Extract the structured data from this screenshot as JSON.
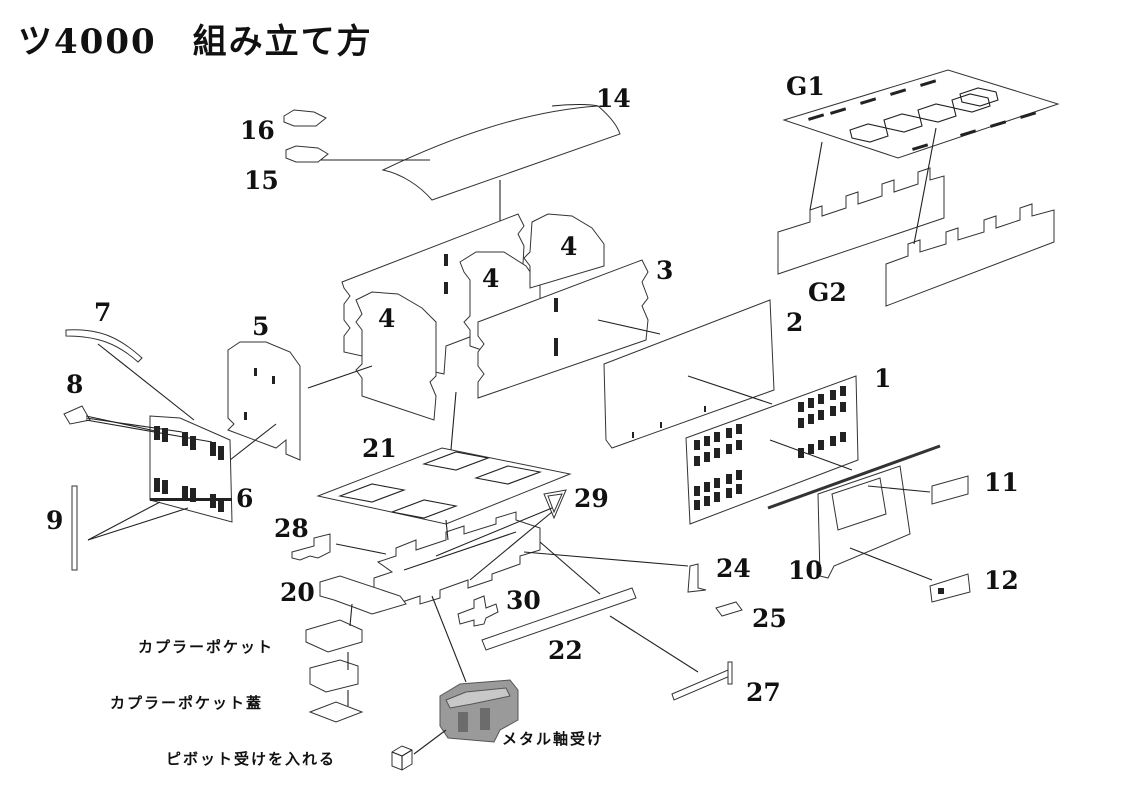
{
  "title": "ツ4000　組み立て方",
  "labels": {
    "p1": "1",
    "p2": "2",
    "p3": "3",
    "p4a": "4",
    "p4b": "4",
    "p4c": "4",
    "p5": "5",
    "p6": "6",
    "p7": "7",
    "p8": "8",
    "p9": "9",
    "p10": "10",
    "p11": "11",
    "p12": "12",
    "p14": "14",
    "p15": "15",
    "p16": "16",
    "p20": "20",
    "p21": "21",
    "p22": "22",
    "p24": "24",
    "p25": "25",
    "p27": "27",
    "p28": "28",
    "p29": "29",
    "p30": "30",
    "g1": "G1",
    "g2": "G2"
  },
  "notes": {
    "coupler_pocket": "カプラーポケット",
    "coupler_pocket_lid": "カプラーポケット蓋",
    "metal_bearing": "メタル軸受け",
    "pivot_insert": "ピボット受けを入れる"
  }
}
